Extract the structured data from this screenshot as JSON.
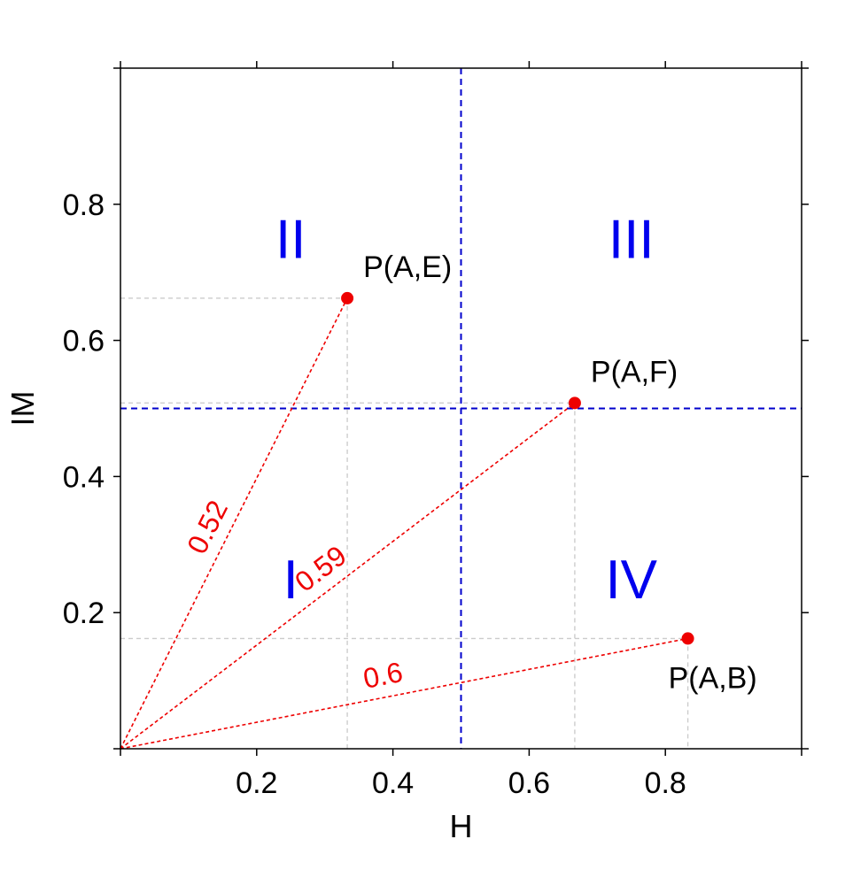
{
  "chart_data": {
    "type": "scatter",
    "title": "",
    "xlabel": "H",
    "ylabel": "IM",
    "xlim": [
      0,
      1
    ],
    "ylim": [
      0,
      1
    ],
    "xticks": [
      0.2,
      0.4,
      0.6,
      0.8
    ],
    "yticks": [
      0.2,
      0.4,
      0.6,
      0.8
    ],
    "tick_labels_x": [
      "0.2",
      "0.4",
      "0.6",
      "0.8"
    ],
    "tick_labels_y": [
      "0.2",
      "0.4",
      "0.6",
      "0.8"
    ],
    "grid": false,
    "divider_lines": {
      "x": 0.5,
      "y": 0.5,
      "color": "#0000cc",
      "style": "dashed"
    },
    "points": [
      {
        "label": "P(A,E)",
        "x": 0.333,
        "y": 0.662,
        "distance_label": "0.52"
      },
      {
        "label": "P(A,F)",
        "x": 0.667,
        "y": 0.508,
        "distance_label": "0.59"
      },
      {
        "label": "P(A,B)",
        "x": 0.833,
        "y": 0.162,
        "distance_label": "0.6"
      }
    ],
    "quadrants": [
      {
        "label": "I",
        "x": 0.25,
        "y": 0.25
      },
      {
        "label": "II",
        "x": 0.25,
        "y": 0.75
      },
      {
        "label": "III",
        "x": 0.75,
        "y": 0.75
      },
      {
        "label": "IV",
        "x": 0.75,
        "y": 0.25
      }
    ],
    "colors": {
      "points": "#ee0000",
      "distance_lines": "#ee0000",
      "quadrant_labels": "#0000ee",
      "dividers": "#0000cc",
      "guide_lines": "#cccccc",
      "axes": "#000000"
    }
  }
}
